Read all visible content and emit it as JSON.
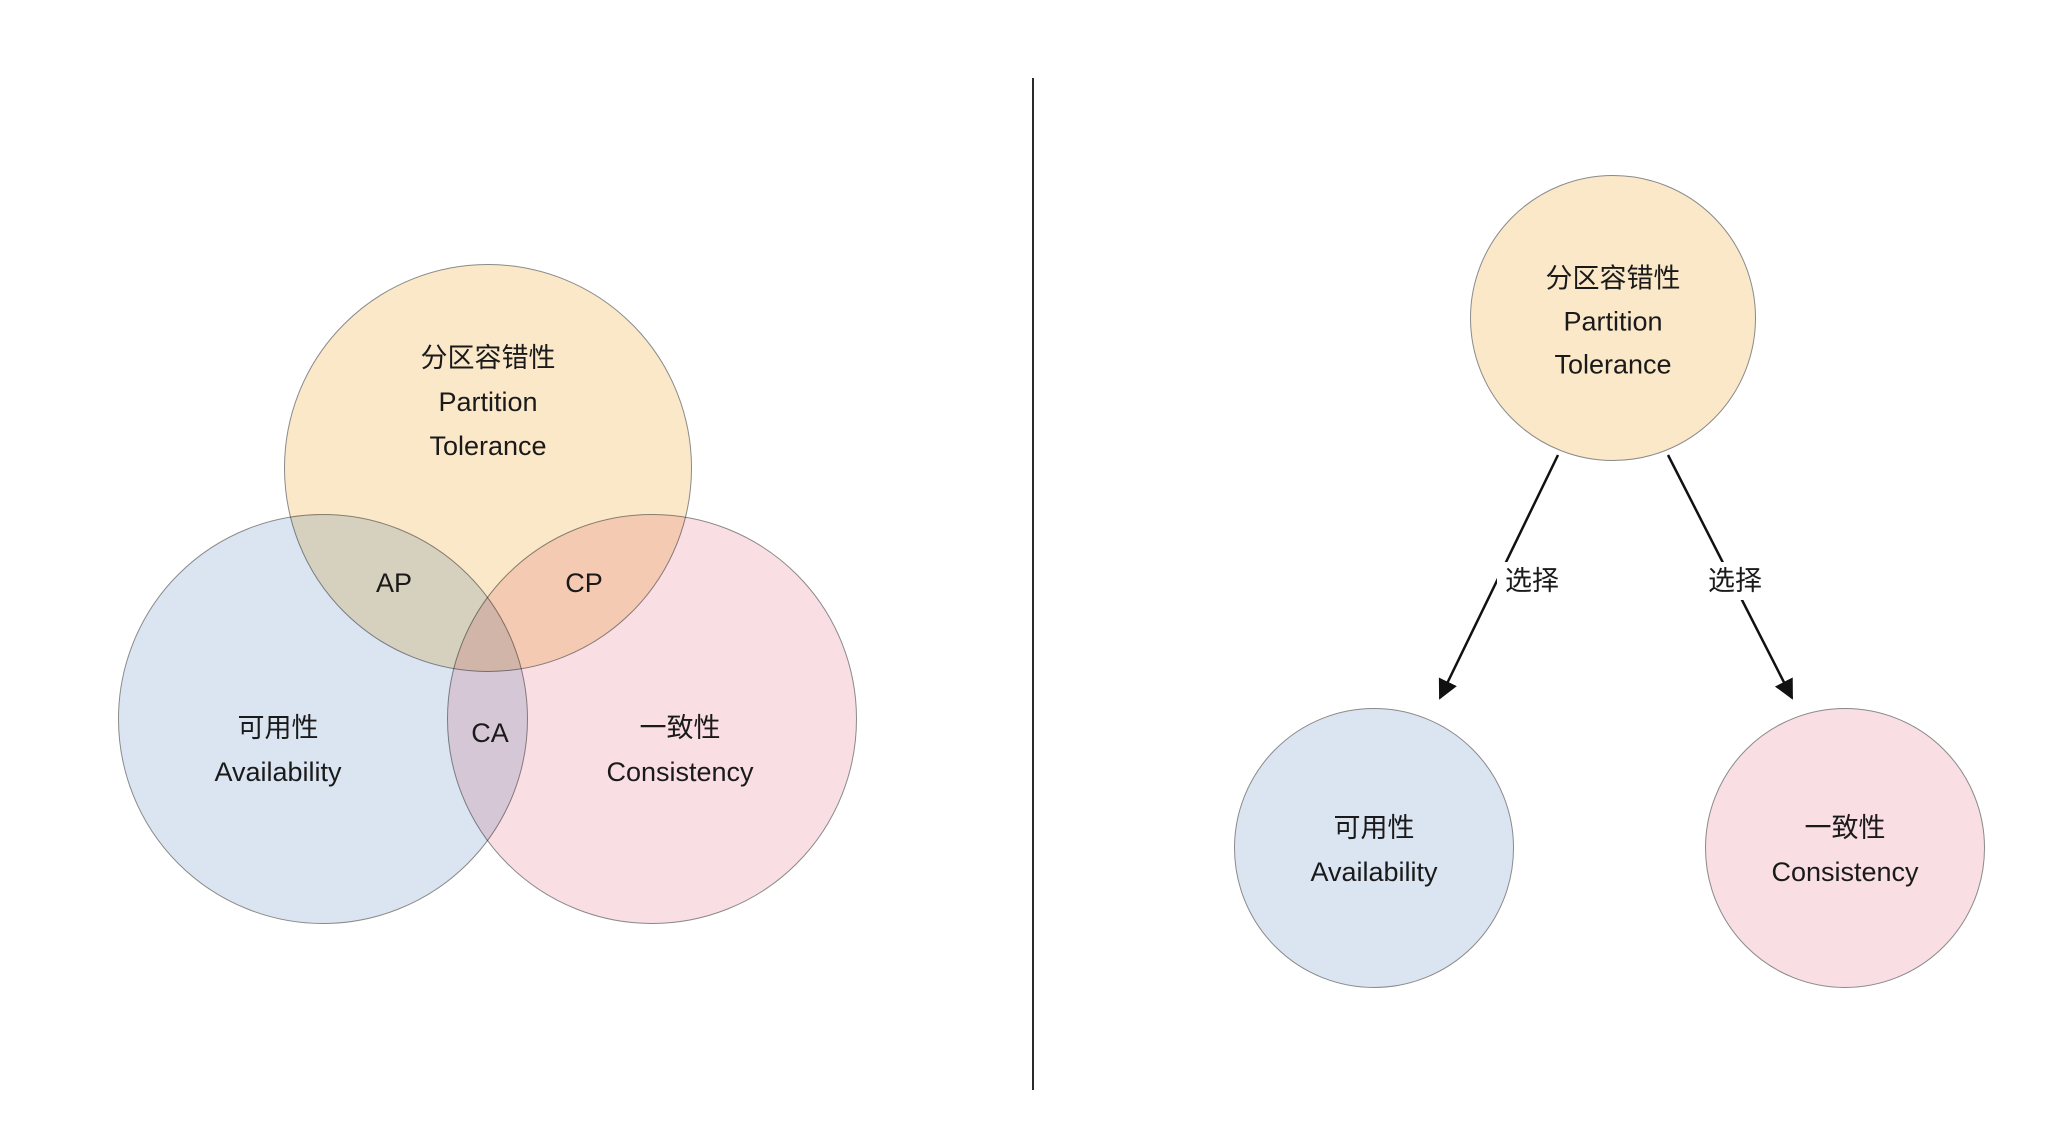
{
  "left_venn": {
    "partition": {
      "zh": "分区容错性",
      "en_line1": "Partition",
      "en_line2": "Tolerance"
    },
    "availability": {
      "zh": "可用性",
      "en": "Availability"
    },
    "consistency": {
      "zh": "一致性",
      "en": "Consistency"
    },
    "overlap_ap": "AP",
    "overlap_cp": "CP",
    "overlap_ca": "CA"
  },
  "right_tree": {
    "partition": {
      "zh": "分区容错性",
      "en_line1": "Partition",
      "en_line2": "Tolerance"
    },
    "availability": {
      "zh": "可用性",
      "en": "Availability"
    },
    "consistency": {
      "zh": "一致性",
      "en": "Consistency"
    },
    "choose_left": "选择",
    "choose_right": "选择"
  },
  "colors": {
    "partition_fill": "#fae8c9",
    "availability_fill": "#dbe5f1",
    "consistency_fill": "#f9dee3",
    "stroke": "#8a8a8a",
    "text": "#1a1a1a",
    "divider": "#2b2b2b",
    "arrow": "#111111"
  }
}
